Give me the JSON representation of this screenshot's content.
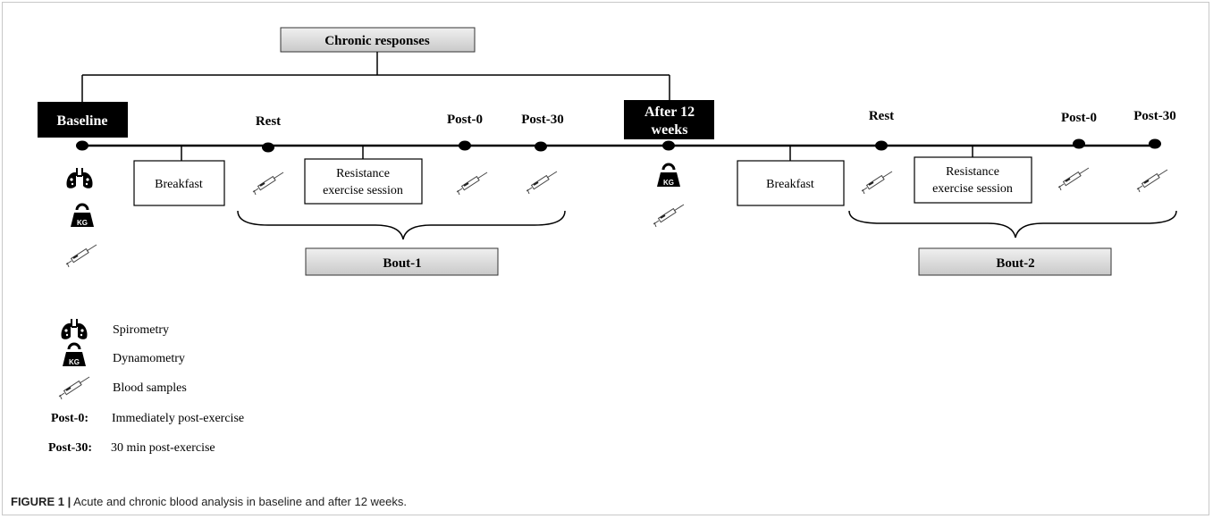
{
  "diagram": {
    "top_box": "Chronic responses",
    "baseline": "Baseline",
    "after_line1": "After 12",
    "after_line2": "weeks",
    "rest": "Rest",
    "post0": "Post-0",
    "post30": "Post-30",
    "breakfast": "Breakfast",
    "exercise_line1": "Resistance",
    "exercise_line2": "exercise session",
    "bout1": "Bout-1",
    "bout2": "Bout-2",
    "kg": "KG"
  },
  "legend": {
    "spirometry": "Spirometry",
    "dynamometry": "Dynamometry",
    "blood": "Blood samples",
    "post0_key": "Post-0:",
    "post0_desc": "Immediately  post-exercise",
    "post30_key": "Post-30:",
    "post30_desc": "30 min post-exercise"
  },
  "caption": {
    "figure": "FIGURE 1 |",
    "text": "Acute and chronic blood analysis in baseline and after 12 weeks."
  },
  "colors": {
    "gray_box": "#dcdcdc",
    "black": "#000000",
    "caption_bar": "#d9261c"
  }
}
